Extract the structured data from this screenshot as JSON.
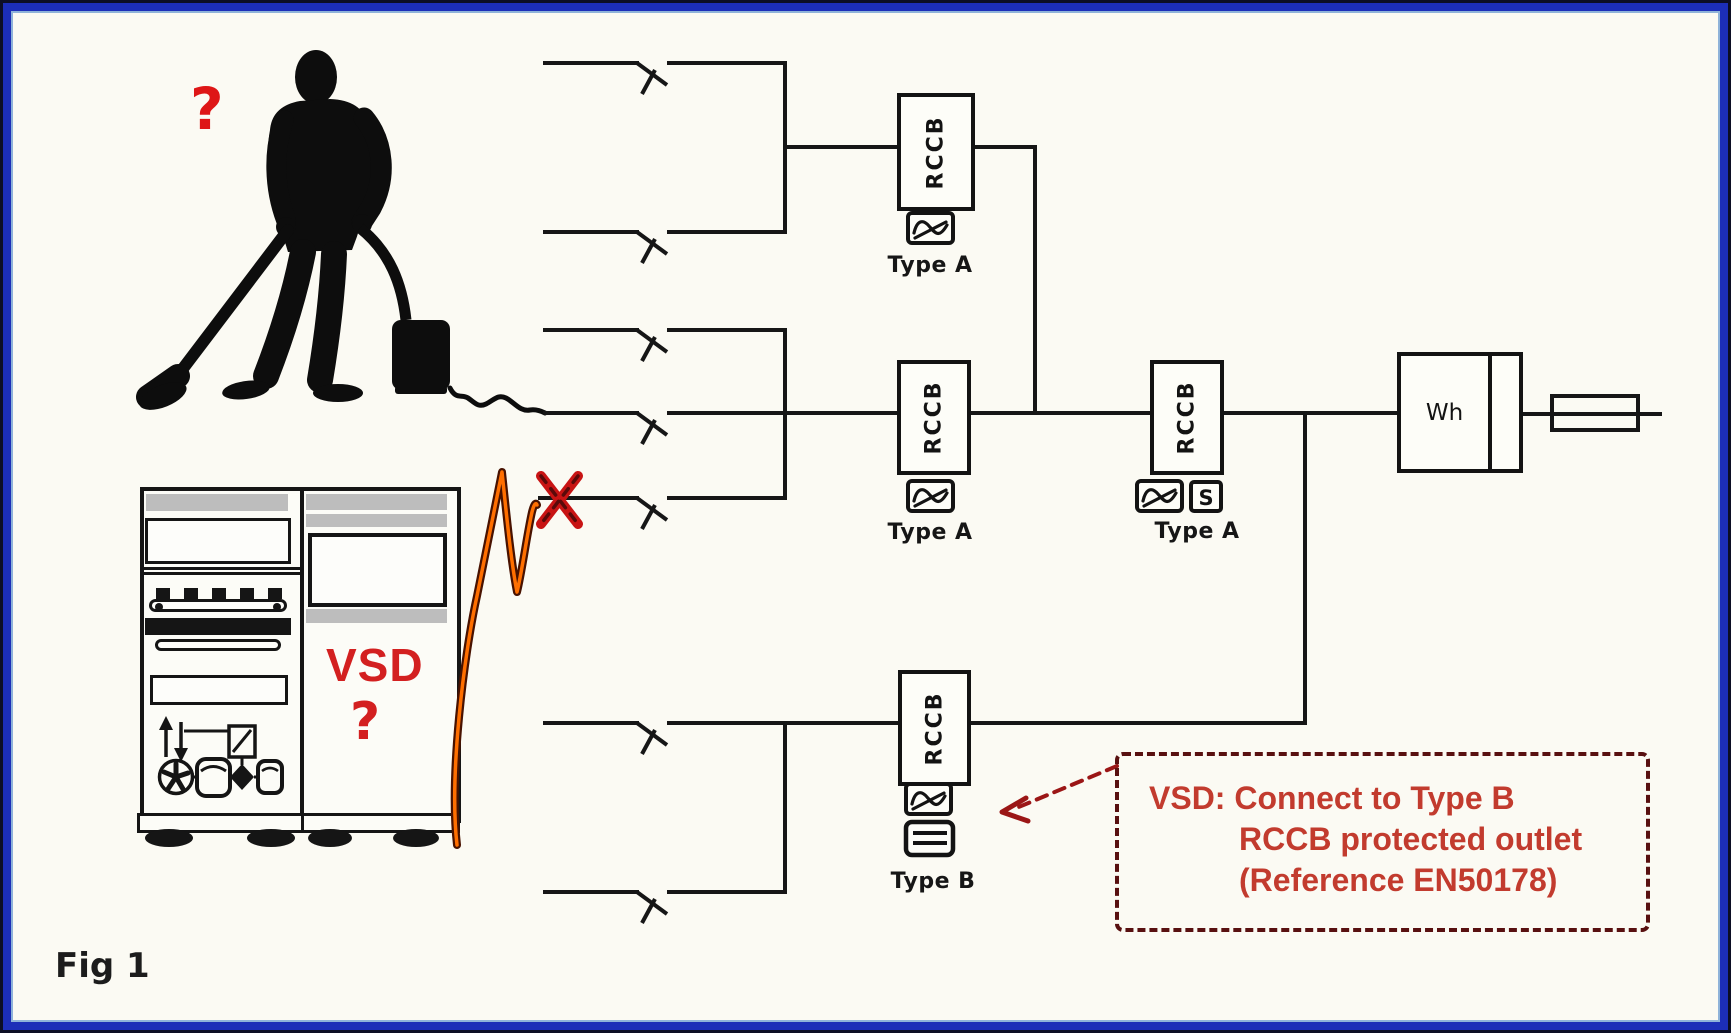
{
  "figure": {
    "caption": "Fig 1"
  },
  "annotations": {
    "person_question": "?",
    "vsd_name": "VSD",
    "vsd_question": "?",
    "note": {
      "line1": "VSD: Connect to Type B",
      "line2": "RCCB protected outlet",
      "line3": "(Reference EN50178)"
    }
  },
  "devices": {
    "rccbs": [
      {
        "label": "RCCB",
        "type_label": "Type A",
        "symbols": [
          "pulsating-dc-wave"
        ]
      },
      {
        "label": "RCCB",
        "type_label": "Type A",
        "symbols": [
          "pulsating-dc-wave"
        ]
      },
      {
        "label": "RCCB",
        "type_label": "Type A",
        "symbols": [
          "pulsating-dc-wave",
          "selective-s"
        ],
        "selective_badge": "S"
      },
      {
        "label": "RCCB",
        "type_label": "Type B",
        "symbols": [
          "pulsating-dc-wave",
          "smooth-dc-lines"
        ]
      }
    ],
    "energy_meter": {
      "label": "Wh"
    },
    "fuse": {
      "symbol": "fuse-rectangle"
    },
    "breaker_switch_count": 7
  },
  "illustrations": {
    "person": "man-vacuuming-silhouette",
    "machines": [
      "control-cabinet",
      "vsd-cabinet"
    ],
    "surge_curve": "orange-red-spike-waveform",
    "rejected_connection": "red-x-mark"
  },
  "colors": {
    "frame_blue": "#1c2eb8",
    "frame_inner_blue": "#8fb3d9",
    "line_black": "#161616",
    "annotation_red": "#c23b2e",
    "alert_red": "#d32020",
    "curve_orange": "#ff6f00",
    "curve_dark": "#481200",
    "cabinet_gray": "#bdbdbd",
    "background": "#fbfaf3"
  }
}
